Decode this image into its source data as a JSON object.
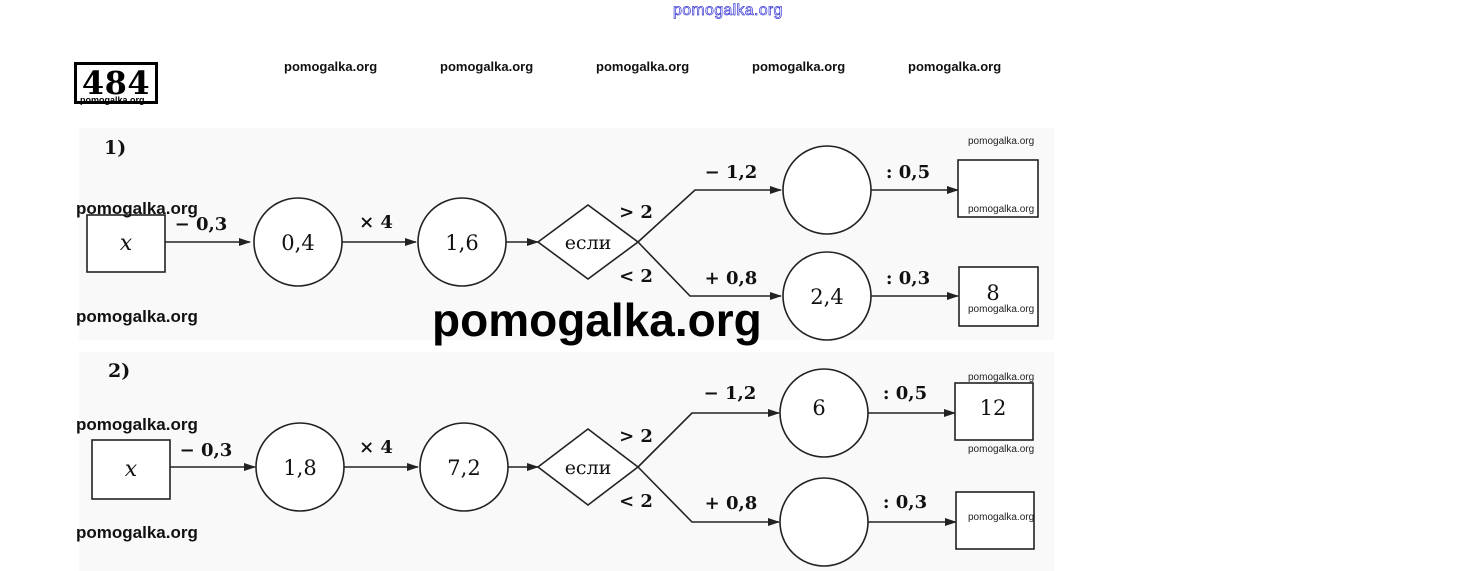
{
  "site": {
    "top_logo": "pomogalka.org",
    "watermark": "pomogalka.org"
  },
  "task": {
    "number": "484"
  },
  "diagrams": [
    {
      "label": "1)",
      "start": "x",
      "step1_op": "− 0,3",
      "circle1": "0,4",
      "step2_op": "× 4",
      "circle2": "1,6",
      "decision": "если",
      "cond_up": "> 2",
      "cond_down": "< 2",
      "up_op": "− 1,2",
      "up_circle": "",
      "up_op2": ": 0,5",
      "up_box": "",
      "down_op": "+ 0,8",
      "down_circle": "2,4",
      "down_op2": ": 0,3",
      "down_box": "8"
    },
    {
      "label": "2)",
      "start": "x",
      "step1_op": "− 0,3",
      "circle1": "1,8",
      "step2_op": "× 4",
      "circle2": "7,2",
      "decision": "если",
      "cond_up": "> 2",
      "cond_down": "< 2",
      "up_op": "− 1,2",
      "up_circle": "6",
      "up_op2": ": 0,5",
      "up_box": "12",
      "down_op": "+ 0,8",
      "down_circle": "",
      "down_op2": ": 0,3",
      "down_box": ""
    }
  ]
}
